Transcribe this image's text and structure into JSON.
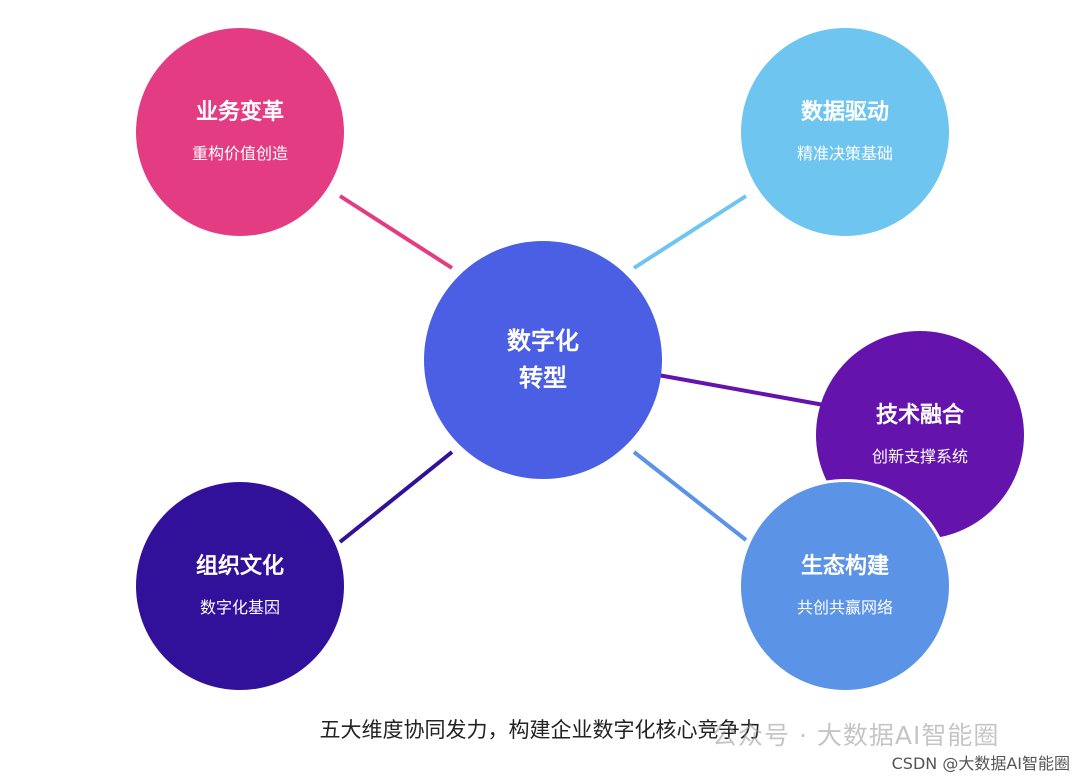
{
  "center": {
    "line1": "数字化",
    "line2": "转型",
    "color": "#4a5fe3"
  },
  "nodes": [
    {
      "title": "业务变革",
      "subtitle": "重构价值创造",
      "color": "#e33c82"
    },
    {
      "title": "数据驱动",
      "subtitle": "精准决策基础",
      "color": "#6ec6f0"
    },
    {
      "title": "技术融合",
      "subtitle": "创新支撑系统",
      "color": "#6414ad"
    },
    {
      "title": "组织文化",
      "subtitle": "数字化基因",
      "color": "#31119a"
    },
    {
      "title": "生态构建",
      "subtitle": "共创共赢网络",
      "color": "#5b93e6"
    }
  ],
  "caption": "五大维度协同发力，构建企业数字化核心竞争力",
  "watermark": "公众号 · 大数据AI智能圈",
  "footer_note": "CSDN @大数据AI智能圈"
}
